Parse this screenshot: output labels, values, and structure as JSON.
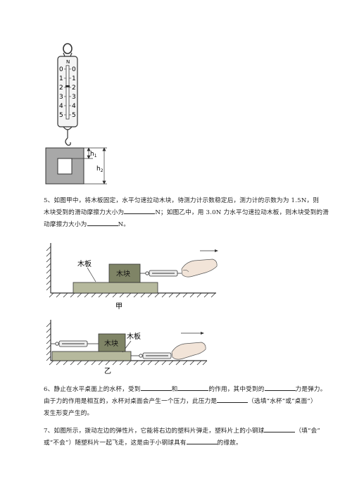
{
  "figure_scale": {
    "needle_letter": "N",
    "left_scale": [
      "0",
      "1",
      "2",
      "3",
      "4",
      "5"
    ],
    "right_scale": [
      "0",
      "1",
      "2",
      "3",
      "4",
      "5"
    ],
    "h1_label": "h",
    "h1_sub": "1",
    "h2_label": "h",
    "h2_sub": "2"
  },
  "q5": {
    "line1": "5、如图甲中，将木板固定，水平匀速拉动木块，待测力计示数稳定后，测力计的示数为为 1.5N，则",
    "line2_a": "木块受到的滑动摩擦力大小为",
    "line2_b": "N；如图乙中，用 3.0N 力水平匀速拉动木板，则木块受到的滑",
    "line3_a": "动摩擦力大小为",
    "line3_b": "N。"
  },
  "figure_jia": {
    "board_label": "木板",
    "block_label": "木块",
    "caption": "甲"
  },
  "figure_yi": {
    "board_label": "木板",
    "block_label": "木块",
    "caption": "乙"
  },
  "q6": {
    "line1_a": "6、静止在水平桌面上的水杯，受到",
    "line1_b": "和",
    "line1_c": "的作用，其中受到的",
    "line1_d": "力是弹力。",
    "line2_a": "由于力的作用是相互的，水杯对桌面会产生一个压力，此压力是",
    "line2_b": "（选填“水杯”或“桌面”）",
    "line3": "发生形变产生的。"
  },
  "q7": {
    "line1_a": "7、如图所示，拨动左边的弹性片，它能将右边的塑料片弹走，塑料片上的小钢球",
    "line1_b": "（填“会”",
    "line2_a": "或“不会”）随塑料片一起飞走，这是由于小钢球具有",
    "line2_b": "的缘故。"
  }
}
